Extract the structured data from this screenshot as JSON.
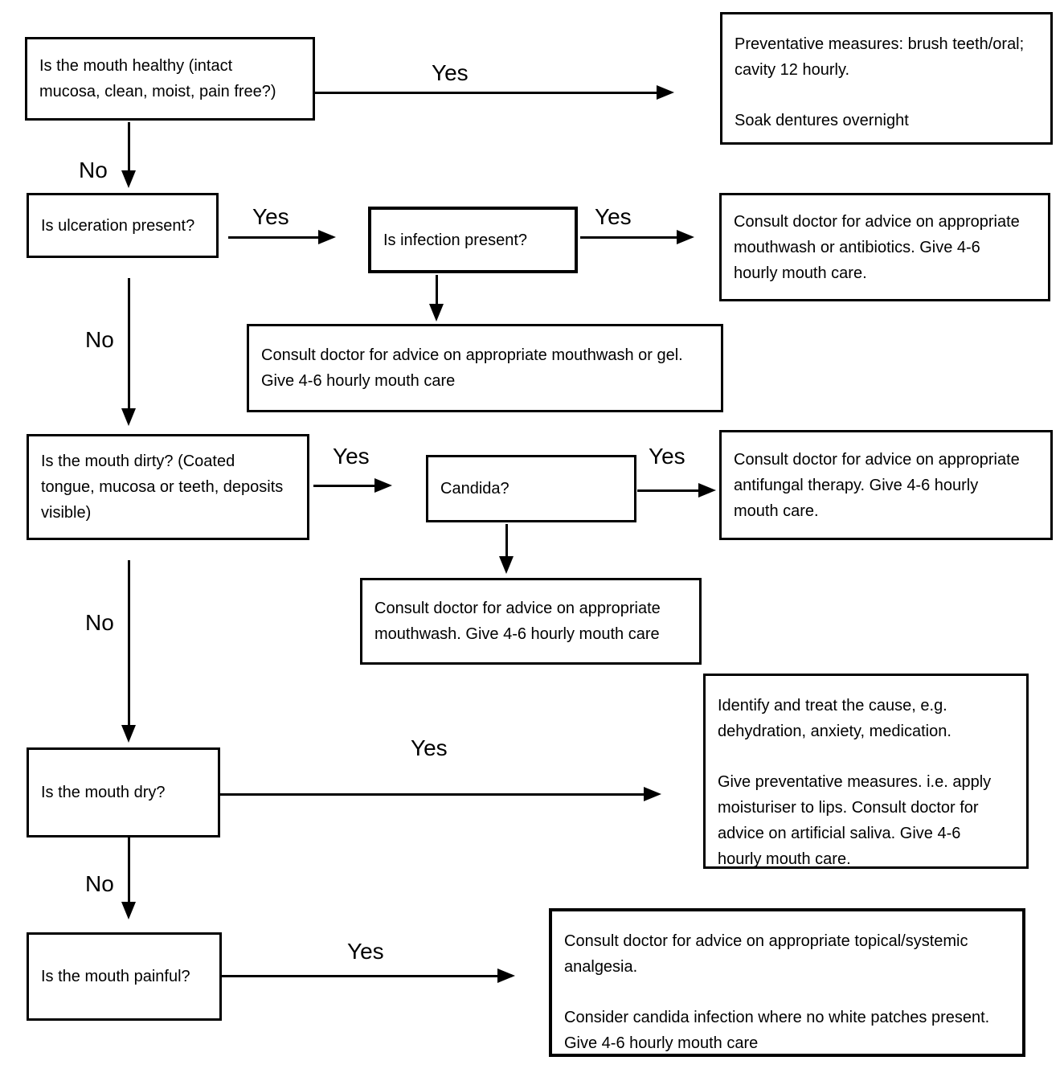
{
  "flowchart": {
    "colors": {
      "background": "#ffffff",
      "line": "#000000",
      "text": "#000000"
    },
    "nodes": {
      "mouth_healthy": {
        "type": "decision",
        "lines": [
          "Is the mouth healthy (intact",
          "mucosa, clean, moist, pain free?)"
        ]
      },
      "preventative": {
        "type": "outcome",
        "p1": [
          "Preventative measures: brush teeth/oral;",
          "cavity 12 hourly."
        ],
        "p2": [
          "Soak dentures overnight"
        ]
      },
      "ulceration": {
        "type": "decision",
        "text": "Is ulceration present?"
      },
      "infection": {
        "type": "decision",
        "text": "Is infection present?"
      },
      "antibiotics": {
        "type": "outcome",
        "lines": [
          "Consult doctor for advice on appropriate",
          "mouthwash or antibiotics. Give 4-6",
          "hourly mouth care."
        ]
      },
      "mouthwash_gel": {
        "type": "outcome",
        "lines": [
          "Consult doctor for advice on appropriate mouthwash or gel.",
          "Give 4-6 hourly mouth care"
        ]
      },
      "mouth_dirty": {
        "type": "decision",
        "lines": [
          "Is the mouth dirty? (Coated",
          "tongue, mucosa or teeth, deposits",
          "visible)"
        ]
      },
      "candida": {
        "type": "decision",
        "text": "Candida?"
      },
      "antifungal": {
        "type": "outcome",
        "lines": [
          "Consult doctor for advice on appropriate",
          "antifungal therapy. Give 4-6 hourly",
          "mouth care."
        ]
      },
      "mouthwash": {
        "type": "outcome",
        "lines": [
          "Consult doctor for advice on appropriate",
          "mouthwash. Give 4-6 hourly mouth care"
        ]
      },
      "mouth_dry": {
        "type": "decision",
        "text": "Is the mouth dry?"
      },
      "identify_cause": {
        "type": "outcome",
        "p1": [
          "Identify and treat the cause, e.g.",
          "dehydration, anxiety, medication."
        ],
        "p2": [
          "Give preventative measures. i.e. apply",
          "moisturiser to lips. Consult doctor for",
          "advice on artificial saliva. Give 4-6",
          "hourly mouth care."
        ]
      },
      "mouth_painful": {
        "type": "decision",
        "text": "Is the mouth painful?"
      },
      "analgesia": {
        "type": "outcome",
        "p1": [
          "Consult doctor for advice on appropriate topical/systemic",
          "analgesia."
        ],
        "p2": [
          "Consider candida infection where no white patches present.",
          "Give 4-6 hourly mouth care"
        ]
      }
    },
    "edges": [
      {
        "from": "mouth_healthy",
        "to": "preventative",
        "label": "Yes"
      },
      {
        "from": "mouth_healthy",
        "to": "ulceration",
        "label": "No"
      },
      {
        "from": "ulceration",
        "to": "infection",
        "label": "Yes"
      },
      {
        "from": "infection",
        "to": "antibiotics",
        "label": "Yes"
      },
      {
        "from": "infection",
        "to": "mouthwash_gel",
        "label": ""
      },
      {
        "from": "ulceration",
        "to": "mouth_dirty",
        "label": "No"
      },
      {
        "from": "mouth_dirty",
        "to": "candida",
        "label": "Yes"
      },
      {
        "from": "candida",
        "to": "antifungal",
        "label": "Yes"
      },
      {
        "from": "candida",
        "to": "mouthwash",
        "label": ""
      },
      {
        "from": "mouth_dirty",
        "to": "mouth_dry",
        "label": "No"
      },
      {
        "from": "mouth_dry",
        "to": "identify_cause",
        "label": "Yes"
      },
      {
        "from": "mouth_dry",
        "to": "mouth_painful",
        "label": "No"
      },
      {
        "from": "mouth_painful",
        "to": "analgesia",
        "label": "Yes"
      }
    ]
  }
}
